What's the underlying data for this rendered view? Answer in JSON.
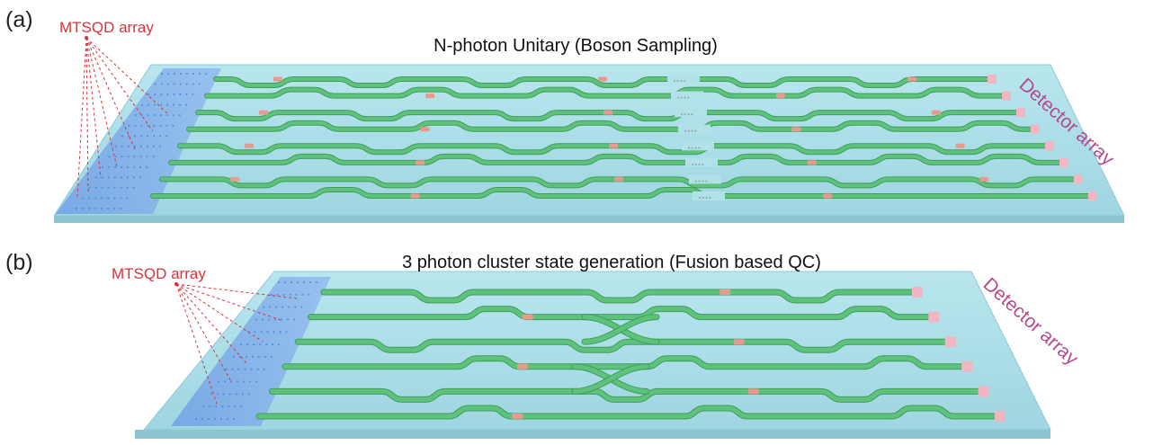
{
  "colors": {
    "substrate": "#a9dde7",
    "substrate_edge": "#8fc8d4",
    "waveguide": "#5fc27c",
    "waveguide_dark": "#3f9d5c",
    "heater": "#e89a8e",
    "detector": "#f2b5c4",
    "mtsqd_array": "#6f9ee6",
    "red_label": "#d8323a",
    "detector_label": "#b24a8c"
  },
  "panel_a": {
    "label": "(a)",
    "title": "N-photon Unitary (Boson Sampling)",
    "mtsqd_label": "MTSQD array",
    "detector_label": "Detector array",
    "gap_marker": "....",
    "waveguide_count": 8
  },
  "panel_b": {
    "label": "(b)",
    "title": "3 photon cluster state generation (Fusion based QC)",
    "mtsqd_label": "MTSQD array",
    "detector_label": "Detector array",
    "waveguide_count": 6
  }
}
